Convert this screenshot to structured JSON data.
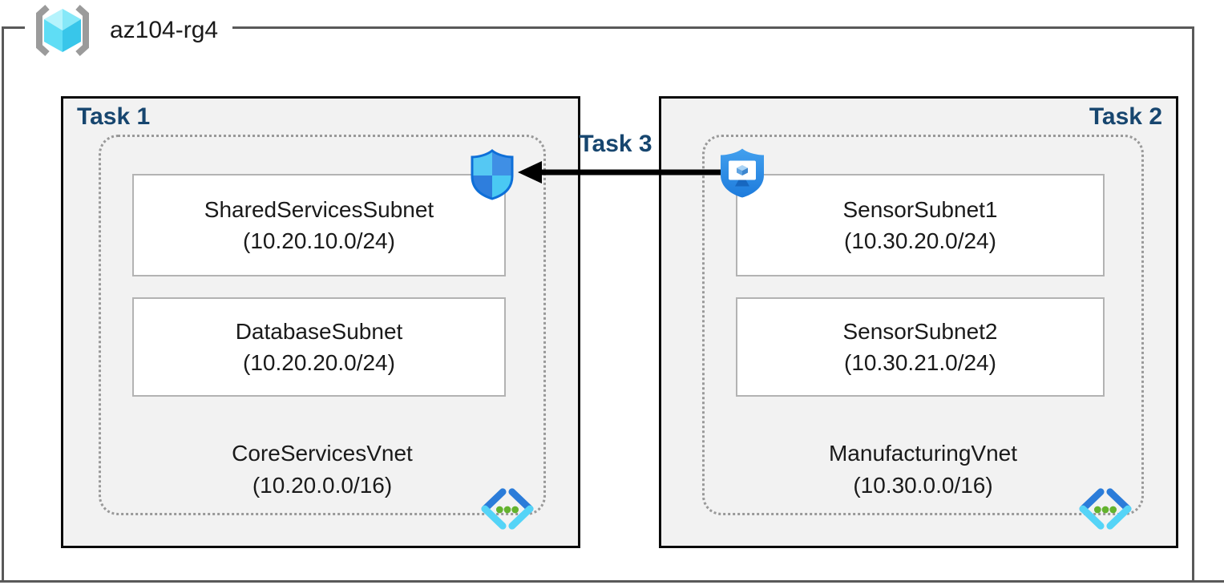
{
  "resource_group": {
    "name": "az104-rg4"
  },
  "task_labels": {
    "task1": "Task 1",
    "task2": "Task 2",
    "task3": "Task 3"
  },
  "vnets": [
    {
      "name": "CoreServicesVnet",
      "cidr": "(10.20.0.0/16)",
      "subnets": [
        {
          "name": "SharedServicesSubnet",
          "cidr": "(10.20.10.0/24)"
        },
        {
          "name": "DatabaseSubnet",
          "cidr": "(10.20.20.0/24)"
        }
      ]
    },
    {
      "name": "ManufacturingVnet",
      "cidr": "(10.30.0.0/16)",
      "subnets": [
        {
          "name": "SensorSubnet1",
          "cidr": "(10.30.20.0/24)"
        },
        {
          "name": "SensorSubnet2",
          "cidr": "(10.30.21.0/24)"
        }
      ]
    }
  ],
  "icons": {
    "resource_group": "resource-group-icon",
    "network_security_group": "network-security-group-icon",
    "application_security_group": "application-security-group-icon",
    "virtual_network": "virtual-network-icon"
  },
  "colors": {
    "task_label": "#17466F",
    "task_box_fill": "#F2F2F2",
    "frame_border": "#595959",
    "dotted_border": "#999999",
    "arrow": "#000000",
    "nsg_outline": "#0E6FD8",
    "vnet_dot_green": "#63B32E"
  }
}
